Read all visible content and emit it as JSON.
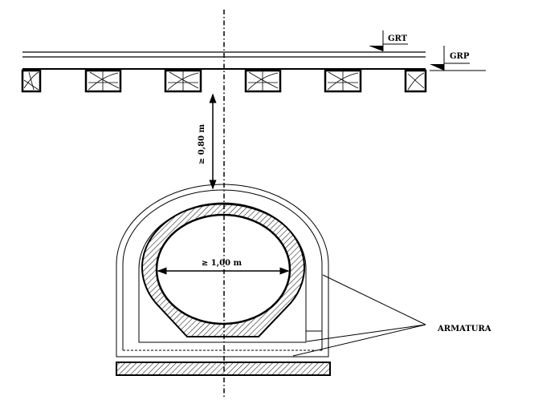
{
  "labels": {
    "grt": "GRT",
    "grp": "GRP",
    "cover_depth": "≥ 0,80 m",
    "pipe_diameter": "≥ 1,00 m",
    "reinforcement": "ARMATURA"
  },
  "colors": {
    "line": "#000000",
    "background": "#ffffff"
  }
}
